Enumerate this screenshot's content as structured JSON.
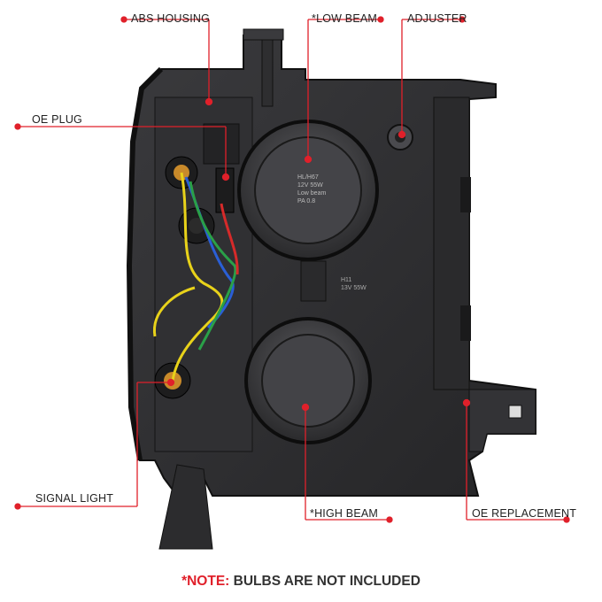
{
  "callouts": {
    "abs_housing": "ABS HOUSING",
    "low_beam": "*LOW BEAM",
    "adjuster": "ADJUSTER",
    "oe_plug": "OE PLUG",
    "signal_light": "SIGNAL LIGHT",
    "high_beam": "*HIGH BEAM",
    "oe_replacement": "OE REPLACEMENT"
  },
  "bulb_text": {
    "low_beam_bulb": [
      "HL/H67",
      "12V 55W",
      "Low beam",
      "PA 0.8"
    ],
    "h11_label": [
      "H11",
      "13V 55W"
    ]
  },
  "note": {
    "prefix": "*NOTE:",
    "text": "BULBS ARE NOT INCLUDED"
  },
  "colors": {
    "accent": "#e0202a",
    "housing": "#2b2b2d",
    "housing_dark": "#161617",
    "wire_yellow": "#e8d21a",
    "wire_blue": "#2a5fd6",
    "wire_green": "#2aa048",
    "wire_red": "#d62a2a",
    "socket_orange": "#c98a2a"
  }
}
